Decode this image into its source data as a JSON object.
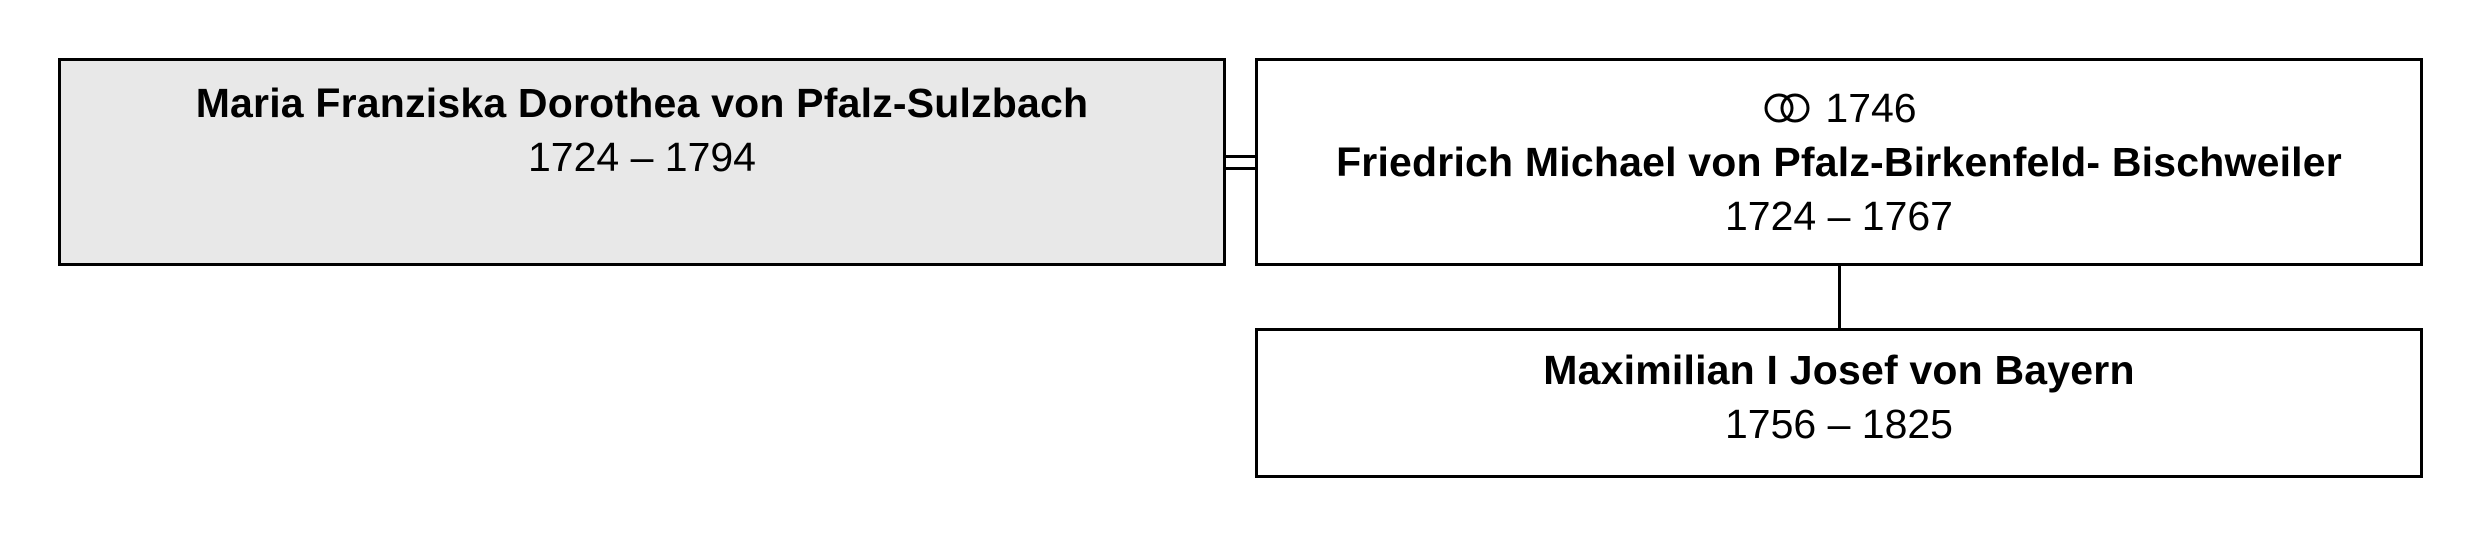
{
  "persons": {
    "maria": {
      "name": "Maria Franziska Dorothea von Pfalz-Sulzbach",
      "dates": "1724 – 1794",
      "fill": "#e8e8e8"
    },
    "friedrich": {
      "marriage_year": "1746",
      "marriage_icon": "wedding-rings-icon",
      "name": "Friedrich Michael von Pfalz-Birkenfeld- Bischweiler",
      "dates": "1724 – 1767",
      "fill": "#ffffff"
    },
    "maximilian": {
      "name": "Maximilian I Josef von Bayern",
      "dates": "1756 – 1825",
      "fill": "#ffffff"
    }
  },
  "relations": {
    "spouses": [
      "maria",
      "friedrich"
    ],
    "child_of_couple": "maximilian"
  }
}
